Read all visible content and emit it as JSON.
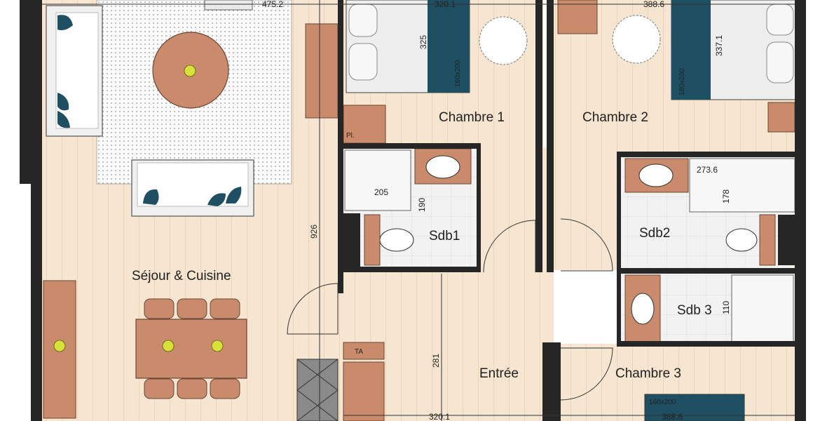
{
  "rooms": {
    "sejour": "Séjour & Cuisine",
    "chambre1": "Chambre 1",
    "chambre2": "Chambre 2",
    "chambre3": "Chambre 3",
    "sdb1": "Sdb1",
    "sdb2": "Sdb2",
    "sdb3": "Sdb 3",
    "entree": "Entrée"
  },
  "dimensions": {
    "top_left": "475.2",
    "top_ch1": "320.1",
    "top_ch2": "388.6",
    "ch1_bed_len": "325",
    "ch2_bed_len": "337.1",
    "sdb1_width": "205",
    "sdb1_height": "190",
    "sdb2_width": "273.6",
    "sdb2_height": "178",
    "sdb3_height": "110",
    "sejour_height": "926",
    "entree_height": "281",
    "bottom_entree": "320.1",
    "bottom_ch3": "388.6"
  },
  "furniture": {
    "bed_ch1": "160x200",
    "bed_ch2": "180x200",
    "bed_ch3": "160x200",
    "placard": "Pl.",
    "tableau_alarm": "TA"
  },
  "colors": {
    "wood": "#c98b6b",
    "floor": "#f5e3cc",
    "bed_blue": "#1e4f62",
    "wall": "#262626",
    "tile": "#efefef"
  }
}
